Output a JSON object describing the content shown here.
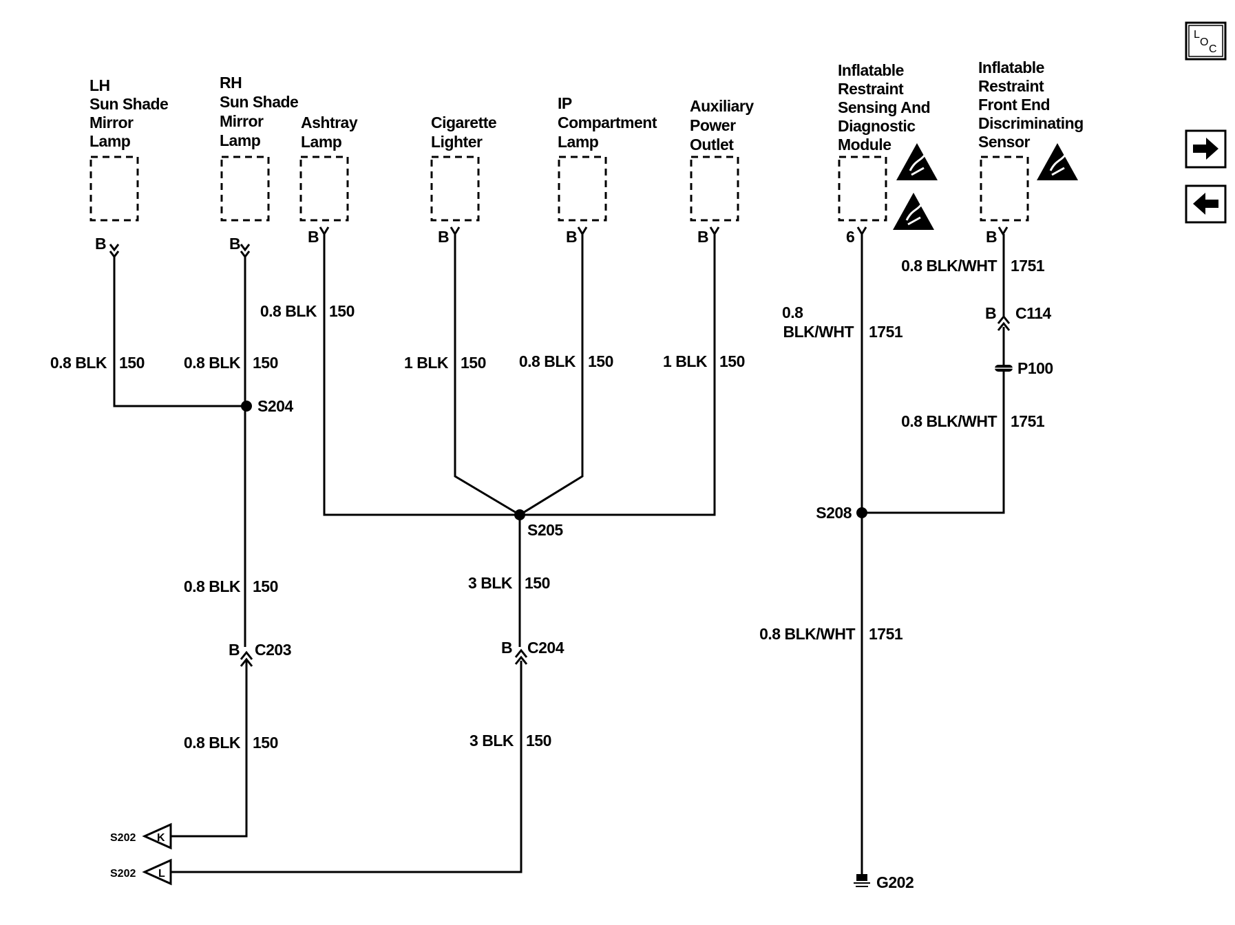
{
  "navigation": {
    "loc_label": "LOC",
    "forward_icon": "arrow-right-icon",
    "back_icon": "arrow-left-icon"
  },
  "components": {
    "lh_mirror": [
      "LH",
      "Sun Shade",
      "Mirror",
      "Lamp"
    ],
    "rh_mirror": [
      "RH",
      "Sun Shade",
      "Mirror",
      "Lamp"
    ],
    "ashtray": [
      "Ashtray",
      "Lamp"
    ],
    "cig": [
      "Cigarette",
      "Lighter"
    ],
    "ip": [
      "IP",
      "Compartment",
      "Lamp"
    ],
    "aux": [
      "Auxiliary",
      "Power",
      "Outlet"
    ],
    "sdm": [
      "Inflatable",
      "Restraint",
      "Sensing And",
      "Diagnostic",
      "Module"
    ],
    "fed": [
      "Inflatable",
      "Restraint",
      "Front End",
      "Discriminating",
      "Sensor"
    ]
  },
  "pins": {
    "lh": "B",
    "rh": "B",
    "ashtray": "B",
    "cig": "B",
    "ip": "B",
    "aux": "B",
    "sdm": "6",
    "fed": "B",
    "c203": "B",
    "c204": "B",
    "c114": "B"
  },
  "wires": {
    "lh": {
      "spec": "0.8 BLK",
      "circuit": "150"
    },
    "rh": {
      "spec": "0.8 BLK",
      "circuit": "150"
    },
    "ashtray": {
      "spec": "0.8 BLK",
      "circuit": "150"
    },
    "cig": {
      "spec": "1 BLK",
      "circuit": "150"
    },
    "ip": {
      "spec": "0.8 BLK",
      "circuit": "150"
    },
    "aux": {
      "spec": "1 BLK",
      "circuit": "150"
    },
    "s204_c203": {
      "spec": "0.8 BLK",
      "circuit": "150"
    },
    "c203_s202": {
      "spec": "0.8 BLK",
      "circuit": "150"
    },
    "s205_c204": {
      "spec": "3 BLK",
      "circuit": "150"
    },
    "c204_s202": {
      "spec": "3 BLK",
      "circuit": "150"
    },
    "sdm": {
      "spec_line1": "0.8",
      "spec_line2": "BLK/WHT",
      "circuit": "1751"
    },
    "fed_top": {
      "spec": "0.8 BLK/WHT",
      "circuit": "1751"
    },
    "fed_mid": {
      "spec": "0.8 BLK/WHT",
      "circuit": "1751"
    },
    "ground": {
      "spec": "0.8 BLK/WHT",
      "circuit": "1751"
    }
  },
  "splices": {
    "s204": "S204",
    "s205": "S205",
    "s208": "S208"
  },
  "connectors": {
    "c203": "C203",
    "c204": "C204",
    "c114": "C114",
    "p100": "P100"
  },
  "ground": "G202",
  "offpage": [
    {
      "ref": "S202",
      "letter": "K"
    },
    {
      "ref": "S202",
      "letter": "L"
    }
  ],
  "icons": [
    "esd-warning-icon",
    "airbag-warning-icon"
  ]
}
